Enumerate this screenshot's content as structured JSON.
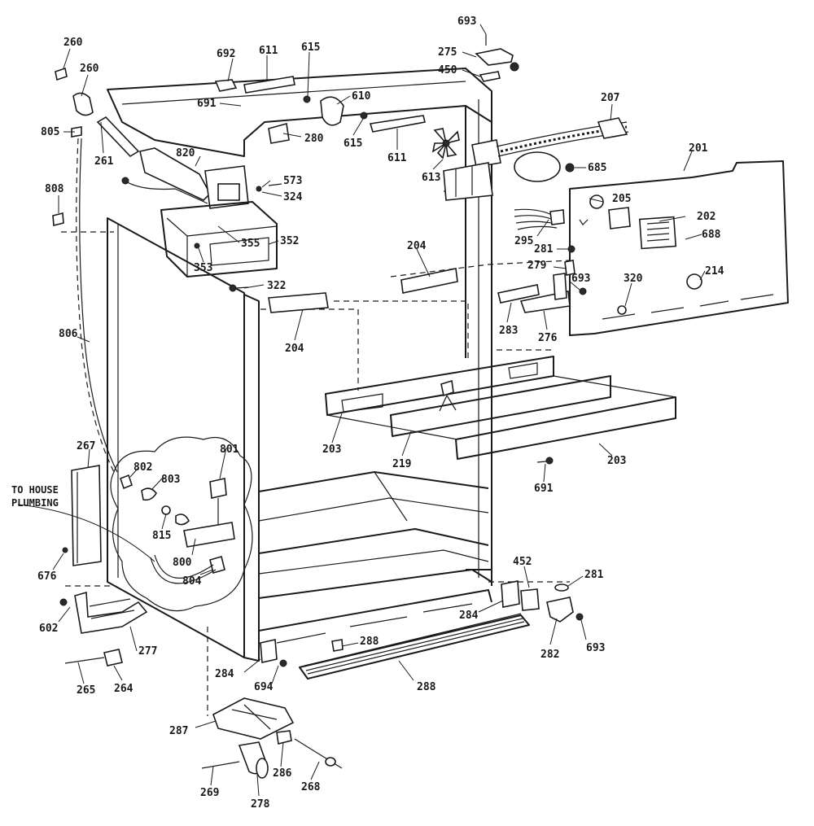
{
  "diagram": {
    "note_lines": [
      "TO HOUSE",
      "PLUMBING"
    ],
    "part_numbers": [
      "260",
      "260",
      "805",
      "808",
      "261",
      "806",
      "692",
      "611",
      "615",
      "691",
      "610",
      "615",
      "280",
      "611",
      "613",
      "693",
      "275",
      "450",
      "207",
      "201",
      "820",
      "573",
      "324",
      "685",
      "205",
      "202",
      "355",
      "352",
      "353",
      "688",
      "295",
      "281",
      "204",
      "279",
      "693",
      "214",
      "320",
      "322",
      "204",
      "283",
      "276",
      "203",
      "219",
      "203",
      "691",
      "267",
      "801",
      "802",
      "803",
      "815",
      "800",
      "804",
      "676",
      "452",
      "281",
      "284",
      "282",
      "693",
      "602",
      "277",
      "288",
      "288",
      "284",
      "694",
      "265",
      "264",
      "287",
      "286",
      "268",
      "269",
      "278"
    ]
  }
}
